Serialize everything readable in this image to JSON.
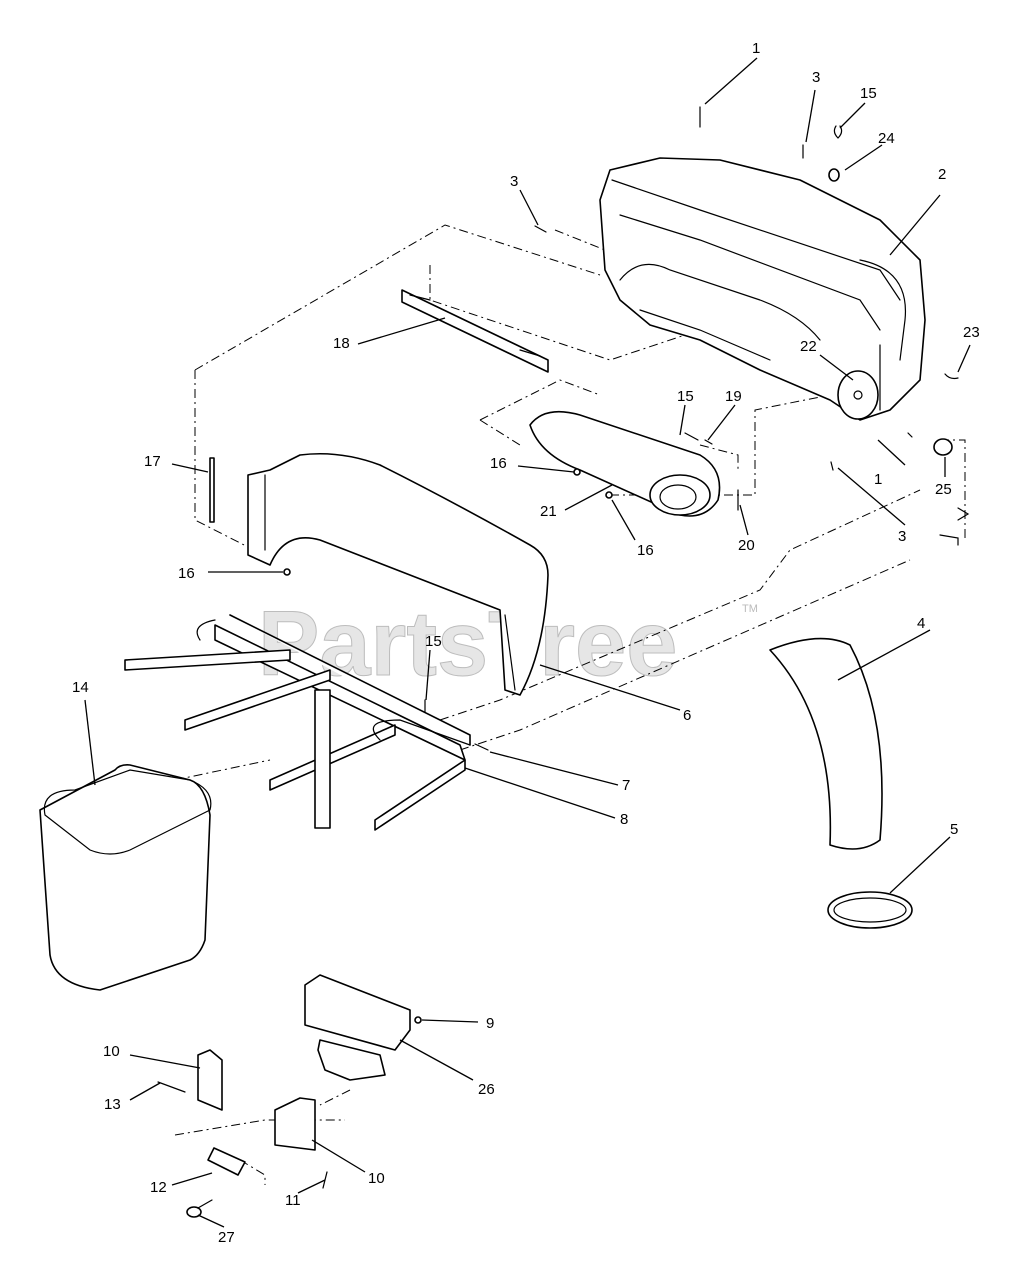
{
  "diagram": {
    "watermark": "PartsTree",
    "watermark_tm": "TM",
    "callouts": {
      "c1a": "1",
      "c1b": "1",
      "c2": "2",
      "c3a": "3",
      "c3b": "3",
      "c3c": "3",
      "c4": "4",
      "c5": "5",
      "c6": "6",
      "c7": "7",
      "c8": "8",
      "c9": "9",
      "c10a": "10",
      "c10b": "10",
      "c11": "11",
      "c12": "12",
      "c13": "13",
      "c14": "14",
      "c15a": "15",
      "c15b": "15",
      "c15c": "15",
      "c16a": "16",
      "c16b": "16",
      "c16c": "16",
      "c17": "17",
      "c18": "18",
      "c19": "19",
      "c20": "20",
      "c21": "21",
      "c22": "22",
      "c23": "23",
      "c24": "24",
      "c25": "25",
      "c26": "26",
      "c27": "27"
    }
  }
}
